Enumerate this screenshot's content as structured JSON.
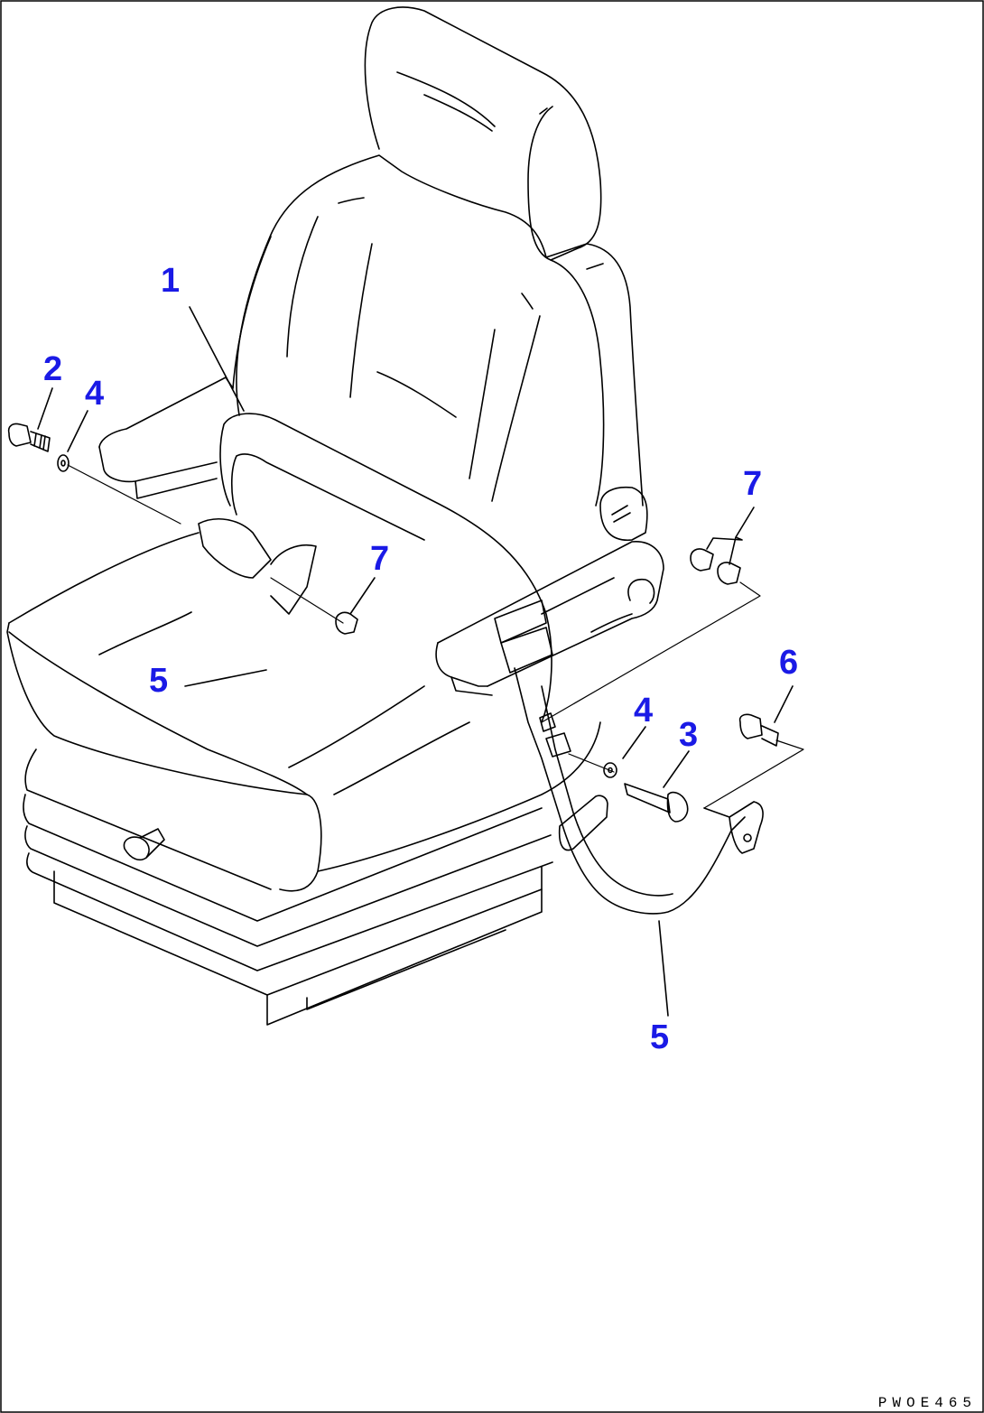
{
  "colors": {
    "callout": "#1a1ae6",
    "line": "#000000",
    "background": "#ffffff"
  },
  "callouts": [
    {
      "id": "c1",
      "label": "1"
    },
    {
      "id": "c2",
      "label": "2"
    },
    {
      "id": "c4a",
      "label": "4"
    },
    {
      "id": "c7a",
      "label": "7"
    },
    {
      "id": "c5a",
      "label": "5"
    },
    {
      "id": "c7b",
      "label": "7"
    },
    {
      "id": "c6",
      "label": "6"
    },
    {
      "id": "c4b",
      "label": "4"
    },
    {
      "id": "c3",
      "label": "3"
    },
    {
      "id": "c5b",
      "label": "5"
    }
  ],
  "drawing_code": "PWOE465"
}
